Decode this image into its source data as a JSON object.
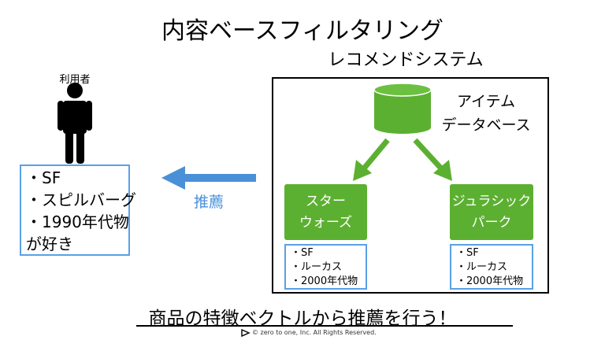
{
  "title": "内容ベースフィルタリング",
  "system": {
    "title": "レコメンドシステム",
    "database": {
      "line1": "アイテム",
      "line2": "データベース"
    },
    "items": [
      {
        "name_lines": [
          "スター",
          "ウォーズ"
        ],
        "features": [
          "・SF",
          "・ルーカス",
          "・2000年代物"
        ]
      },
      {
        "name_lines": [
          "ジュラシック",
          "パーク"
        ],
        "features": [
          "・SF",
          "・ルーカス",
          "・2000年代物"
        ]
      }
    ]
  },
  "user": {
    "label": "利用者",
    "preferences": [
      "・SF",
      "・スピルバーグ",
      "・1990年代物",
      "が好き"
    ]
  },
  "recommend_label": "推薦",
  "footer": "商品の特徴ベクトルから推薦を行う！",
  "copyright": "©  zero to one, Inc. All Rights Reserved.",
  "colors": {
    "green": "#5cb031",
    "blue": "#4a90d9",
    "box_border": "#5aa0e6"
  }
}
